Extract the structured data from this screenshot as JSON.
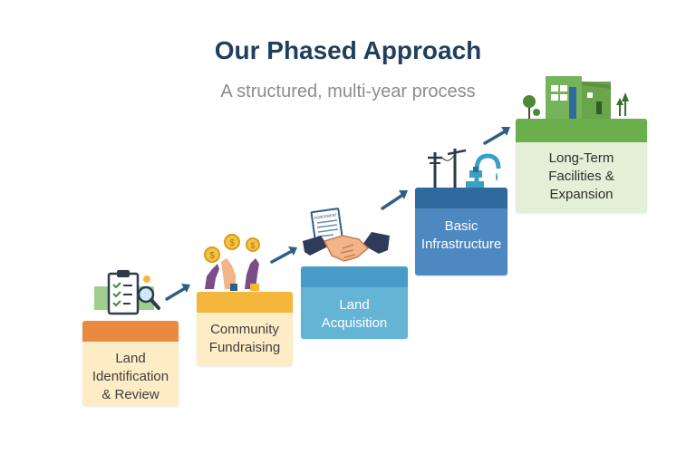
{
  "header": {
    "title": "Our Phased Approach",
    "subtitle": "A structured, multi-year process"
  },
  "steps": [
    {
      "line1": "Land",
      "line2": "Identification",
      "line3": "& Review",
      "icon": "clipboard-checklist-magnifier-icon"
    },
    {
      "line1": "Community",
      "line2": "Fundraising",
      "icon": "hands-with-coins-icon"
    },
    {
      "line1": "Land",
      "line2": "Acquisition",
      "icon": "handshake-agreement-icon"
    },
    {
      "line1": "Basic",
      "line2": "Infrastructure",
      "icon": "utility-poles-water-tap-icon"
    },
    {
      "line1": "Long-Term",
      "line2": "Facilities &",
      "line3": "Expansion",
      "icon": "green-buildings-trees-icon"
    }
  ],
  "document_label": "AGREEMENT",
  "colors": {
    "title": "#1f3f5c",
    "subtitle": "#8c8c8c",
    "arrow": "#2f5f86",
    "step1_band": "#ea8a41",
    "step2_band": "#f4b73c",
    "step3": "#64b4d6",
    "step4": "#4e88c1",
    "step5_band": "#6aae4d"
  }
}
